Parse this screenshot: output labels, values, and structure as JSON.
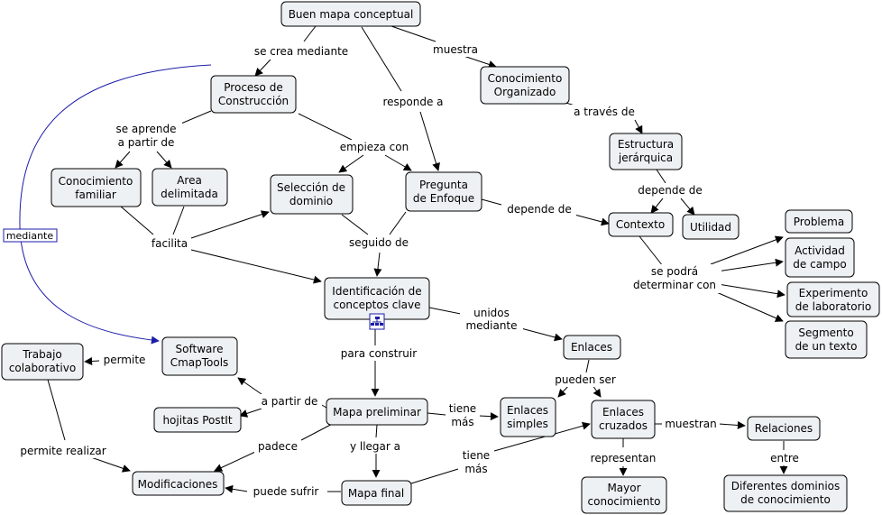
{
  "nodes": {
    "buen_mapa": "Buen mapa conceptual",
    "proceso_l1": "Proceso de",
    "proceso_l2": "Construcción",
    "conocimiento_org_l1": "Conocimiento",
    "conocimiento_org_l2": "Organizado",
    "estructura_l1": "Estructura",
    "estructura_l2": "jerárquica",
    "conoc_familiar_l1": "Conocimiento",
    "conoc_familiar_l2": "familiar",
    "area_l1": "Area",
    "area_l2": "delimitada",
    "seleccion_l1": "Selección de",
    "seleccion_l2": "dominio",
    "pregunta_l1": "Pregunta",
    "pregunta_l2": "de Enfoque",
    "contexto": "Contexto",
    "utilidad": "Utilidad",
    "problema": "Problema",
    "actividad_l1": "Actividad",
    "actividad_l2": "de campo",
    "experimento_l1": "Experimento",
    "experimento_l2": "de laboratorio",
    "segmento_l1": "Segmento",
    "segmento_l2": "de un texto",
    "identificacion_l1": "Identificación de",
    "identificacion_l2": "conceptos clave",
    "trabajo_l1": "Trabajo",
    "trabajo_l2": "colaborativo",
    "software_l1": "Software",
    "software_l2": "CmapTools",
    "enlaces": "Enlaces",
    "hojitas": "hojitas PostIt",
    "mapa_preliminar": "Mapa preliminar",
    "enlaces_simples_l1": "Enlaces",
    "enlaces_simples_l2": "simples",
    "enlaces_cruzados_l1": "Enlaces",
    "enlaces_cruzados_l2": "cruzados",
    "relaciones": "Relaciones",
    "modificaciones": "Modificaciones",
    "mapa_final": "Mapa final",
    "mayor_l1": "Mayor",
    "mayor_l2": "conocimiento",
    "diferentes_l1": "Diferentes dominios",
    "diferentes_l2": "de conocimiento"
  },
  "links": {
    "se_crea": "se crea mediante",
    "muestra": "muestra",
    "responde": "responde a",
    "a_traves": "a través de",
    "se_aprende_l1": "se aprende",
    "se_aprende_l2": "a partir de",
    "empieza": "empieza con",
    "depende_de_1": "depende de",
    "depende_de_2": "depende de",
    "facilita": "facilita",
    "seguido": "seguido de",
    "se_podra_l1": "se podrá",
    "se_podra_l2": "determinar con",
    "unidos_l1": "unidos",
    "unidos_l2": "mediante",
    "para_construir": "para construir",
    "permite": "permite",
    "pueden_ser": "pueden ser",
    "a_partir_de": "a partir de",
    "tiene_mas_1_l1": "tiene",
    "tiene_mas_1_l2": "más",
    "muestran": "muestran",
    "permite_realizar": "permite realizar",
    "padece": "padece",
    "y_llegar": "y llegar a",
    "tiene_mas_2_l1": "tiene",
    "tiene_mas_2_l2": "más",
    "representan": "representan",
    "entre": "entre",
    "puede_sufrir": "puede sufrir",
    "mediante": "mediante"
  },
  "icons": {
    "concept_map_icon": "concept-map-resource-icon"
  }
}
